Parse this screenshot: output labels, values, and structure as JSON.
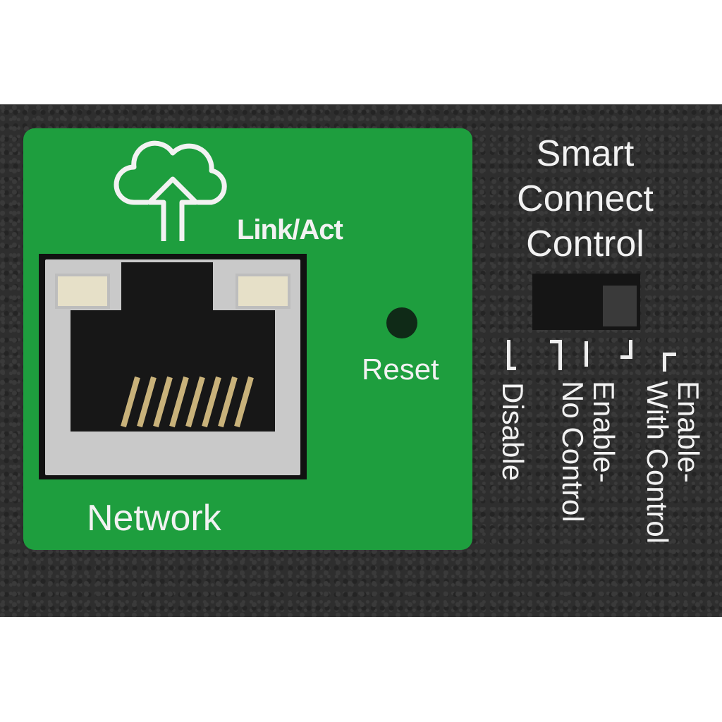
{
  "network_port": {
    "link_label": "Link/Act",
    "port_label": "Network",
    "reset_label": "Reset",
    "accent_color": "#1e9e3e"
  },
  "smart_connect": {
    "title_lines": [
      "Smart",
      "Connect",
      "Control"
    ],
    "switch_position": "Enable-With Control",
    "options": [
      {
        "label": "Disable"
      },
      {
        "line1": "Enable-",
        "line2": "No Control"
      },
      {
        "line1": "Enable-",
        "line2": "With Control"
      }
    ]
  },
  "icons": {
    "cloud": "cloud-upload-icon"
  }
}
